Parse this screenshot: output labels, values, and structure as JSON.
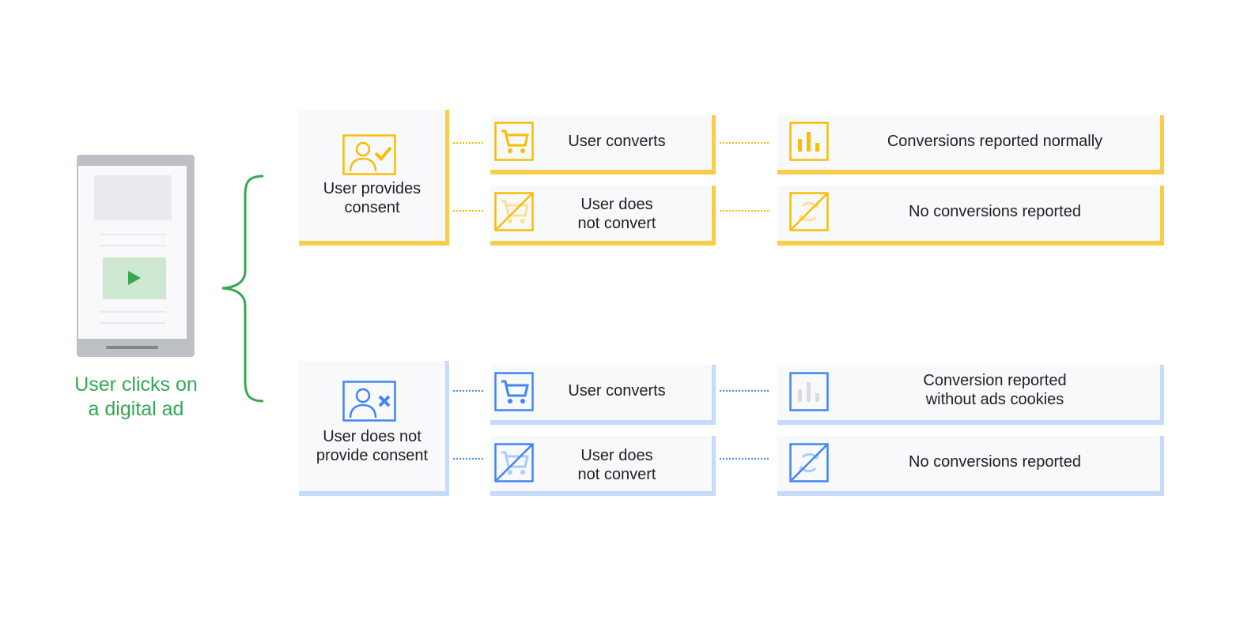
{
  "ad_label": "User clicks on\na digital ad",
  "consent": {
    "label": "User provides\nconsent",
    "converts": "User converts",
    "not_converts": "User does\nnot convert",
    "result_converts": "Conversions reported normally",
    "result_not_converts": "No conversions reported"
  },
  "no_consent": {
    "label": "User does not\nprovide consent",
    "converts": "User converts",
    "not_converts": "User does\nnot convert",
    "result_converts": "Conversion reported\nwithout ads cookies",
    "result_not_converts": "No conversions reported"
  },
  "colors": {
    "consent_accent": "#fbbc04",
    "no_consent_accent": "#4285f4",
    "ad_label": "#34a853",
    "card_bg": "#f8f9fa"
  },
  "icons": {
    "consent": "person-check-icon",
    "no_consent": "person-x-icon",
    "converts": "cart-icon",
    "not_converts": "cart-crossed-icon",
    "reported": "bar-chart-icon",
    "not_reported": "chart-crossed-icon"
  }
}
